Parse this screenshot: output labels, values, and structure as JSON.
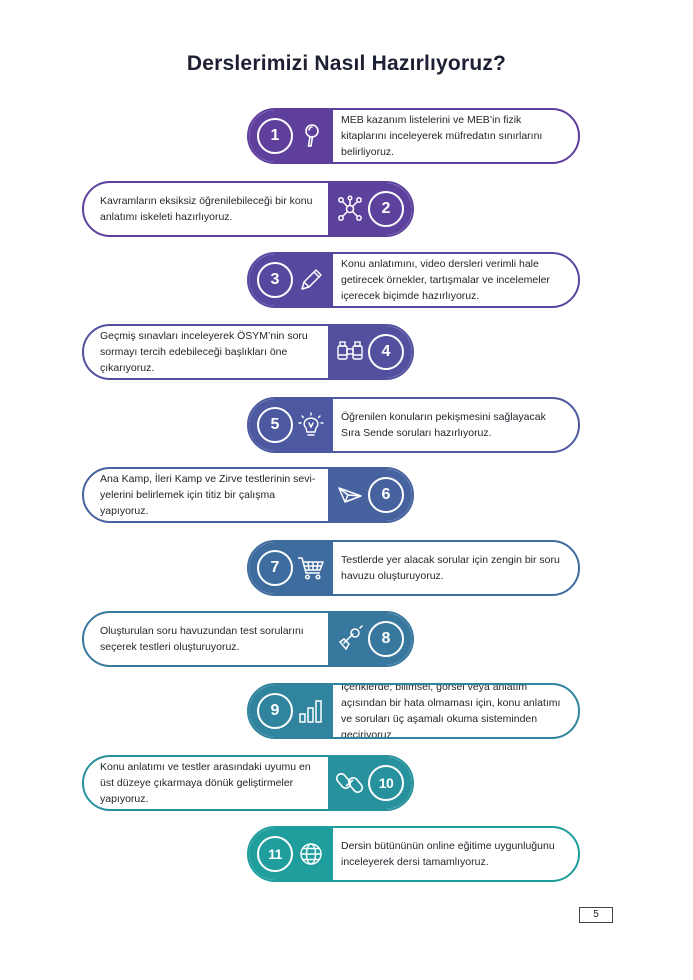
{
  "title": "Derslerimizi Nasıl Hazırlıyoruz?",
  "steps": [
    {
      "num": "1",
      "side": "right",
      "color": "#5f3f9c",
      "icon": "magnifier-icon",
      "text": "MEB kazanım listelerini ve MEB’in fizik kitaplarını incele­yerek müfredatın sınırlarını belirliyoruz."
    },
    {
      "num": "2",
      "side": "left",
      "color": "#5c429d",
      "icon": "network-icon",
      "text": "Kavramların eksiksiz öğrenilebileceği bir konu anlatımı iskeleti hazırlıyoruz."
    },
    {
      "num": "3",
      "side": "right",
      "color": "#57489f",
      "icon": "pencil-icon",
      "text": "Konu anlatımını, video dersleri verimli hale getirecek örnekler, tartışmalar ve incelemeler içerecek biçimde hazırlıyoruz."
    },
    {
      "num": "4",
      "side": "left",
      "color": "#52509f",
      "icon": "binoculars-icon",
      "text": "Geçmiş sınavları inceleyerek ÖSYM’nin soru sor­mayı tercih edebileceği başlıkları öne çıkarıyoruz."
    },
    {
      "num": "5",
      "side": "right",
      "color": "#4c589f",
      "icon": "lightbulb-icon",
      "text": "Öğrenilen konuların pekişmesini sağlayacak Sıra Sende soruları hazırlıyoruz."
    },
    {
      "num": "6",
      "side": "left",
      "color": "#46629f",
      "icon": "paper-plane-icon",
      "text": "Ana Kamp, İleri Kamp ve Zirve testlerinin sevi­yelerini belirlemek için titiz bir çalışma yapıyoruz."
    },
    {
      "num": "7",
      "side": "right",
      "color": "#3f6c9f",
      "icon": "cart-icon",
      "text": "Testlerde yer alacak sorular için zengin bir soru havuzu oluşturuyoruz."
    },
    {
      "num": "8",
      "side": "left",
      "color": "#38789e",
      "icon": "pointer-icon",
      "text": "Oluşturulan soru havuzundan test sorularını seçerek testleri oluşturuyoruz."
    },
    {
      "num": "9",
      "side": "right",
      "color": "#30849e",
      "icon": "bar-chart-icon",
      "text": "İçeriklerde; bilimsel, görsel veya anlatım açısından bir hata olmaması için, konu anlatımı ve soruları üç aşamalı okuma sisteminden geçiriyoruz."
    },
    {
      "num": "10",
      "side": "left",
      "color": "#27919d",
      "icon": "link-icon",
      "text": "Konu anlatımı ve testler arasındaki uyumu en üst düzeye çıkarmaya dönük geliştirmeler yapıyoruz."
    },
    {
      "num": "11",
      "side": "right",
      "color": "#1f9e9d",
      "icon": "globe-icon",
      "text": "Dersin bütününün online eğitime uygunluğunu inceleyerek dersi tamamlıyoruz."
    }
  ],
  "page_number": "5"
}
